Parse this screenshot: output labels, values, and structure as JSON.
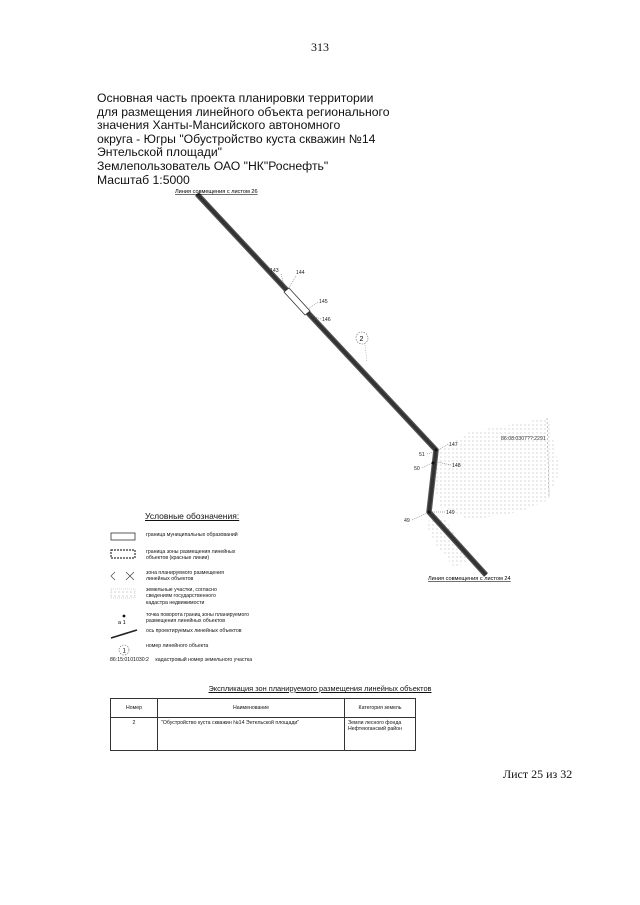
{
  "page_number": "313",
  "title": {
    "lines": [
      "Основная часть проекта планировки территории",
      "для размещения линейного объекта регионального",
      "значения Ханты-Мансийского автономного",
      "округа - Югры \"Обустройство куста скважин №14",
      "Энтельской площади\"",
      "Землепользователь ОАО \"НК\"Роснефть\"",
      "Масштаб 1:5000"
    ]
  },
  "map": {
    "label_top_joint": "Линия совмещения с листом 26",
    "label_bottom_joint": "Линия совмещения с листом 24",
    "points": [
      "143",
      "144",
      "145",
      "146",
      "147",
      "148",
      "149",
      "51",
      "50",
      "49"
    ],
    "object_number": "2",
    "cadastral_label": "86:08:0307??:2291",
    "line_color": "#333333"
  },
  "legend": {
    "title": "Условные обозначения:",
    "items": [
      {
        "symbol": "rect",
        "lines": [
          "граница муниципальных образований"
        ]
      },
      {
        "symbol": "dashed-rect",
        "lines": [
          "граница зоны размещения линейных",
          "объектов (красные линии)"
        ]
      },
      {
        "symbol": "cross",
        "lines": [
          "зона планируемого размещения",
          "линейных объектов"
        ]
      },
      {
        "symbol": "dots",
        "lines": [
          "земельные участки, согласно",
          "сведениям государственного",
          "кадастра недвижимости"
        ]
      },
      {
        "symbol": "point",
        "point_label": "а 1",
        "lines": [
          "точка поворота границ зоны планируемого",
          "размещения линейных объектов"
        ]
      },
      {
        "symbol": "line",
        "lines": [
          "ось проектируемых линейных объектов"
        ]
      },
      {
        "symbol": "circle",
        "circle_label": "1",
        "lines": [
          "номер линейного объекта"
        ]
      },
      {
        "symbol": "cadastral",
        "code": "86:15:0101030:2",
        "lines": [
          "кадастровый номер земельного участка"
        ]
      }
    ]
  },
  "explication": {
    "title": "Экспликация зон планируемого размещения линейных объектов",
    "headers": [
      "Номер",
      "Наименование",
      "Категория земель"
    ],
    "rows": [
      {
        "number": "2",
        "name": "\"Обустройство куста скважин №14 Энтельской площади\"",
        "category_lines": [
          "Земли лесного фонда",
          "Нефтеюганский район"
        ]
      }
    ]
  },
  "sheet_label": "Лист 25 из 32"
}
